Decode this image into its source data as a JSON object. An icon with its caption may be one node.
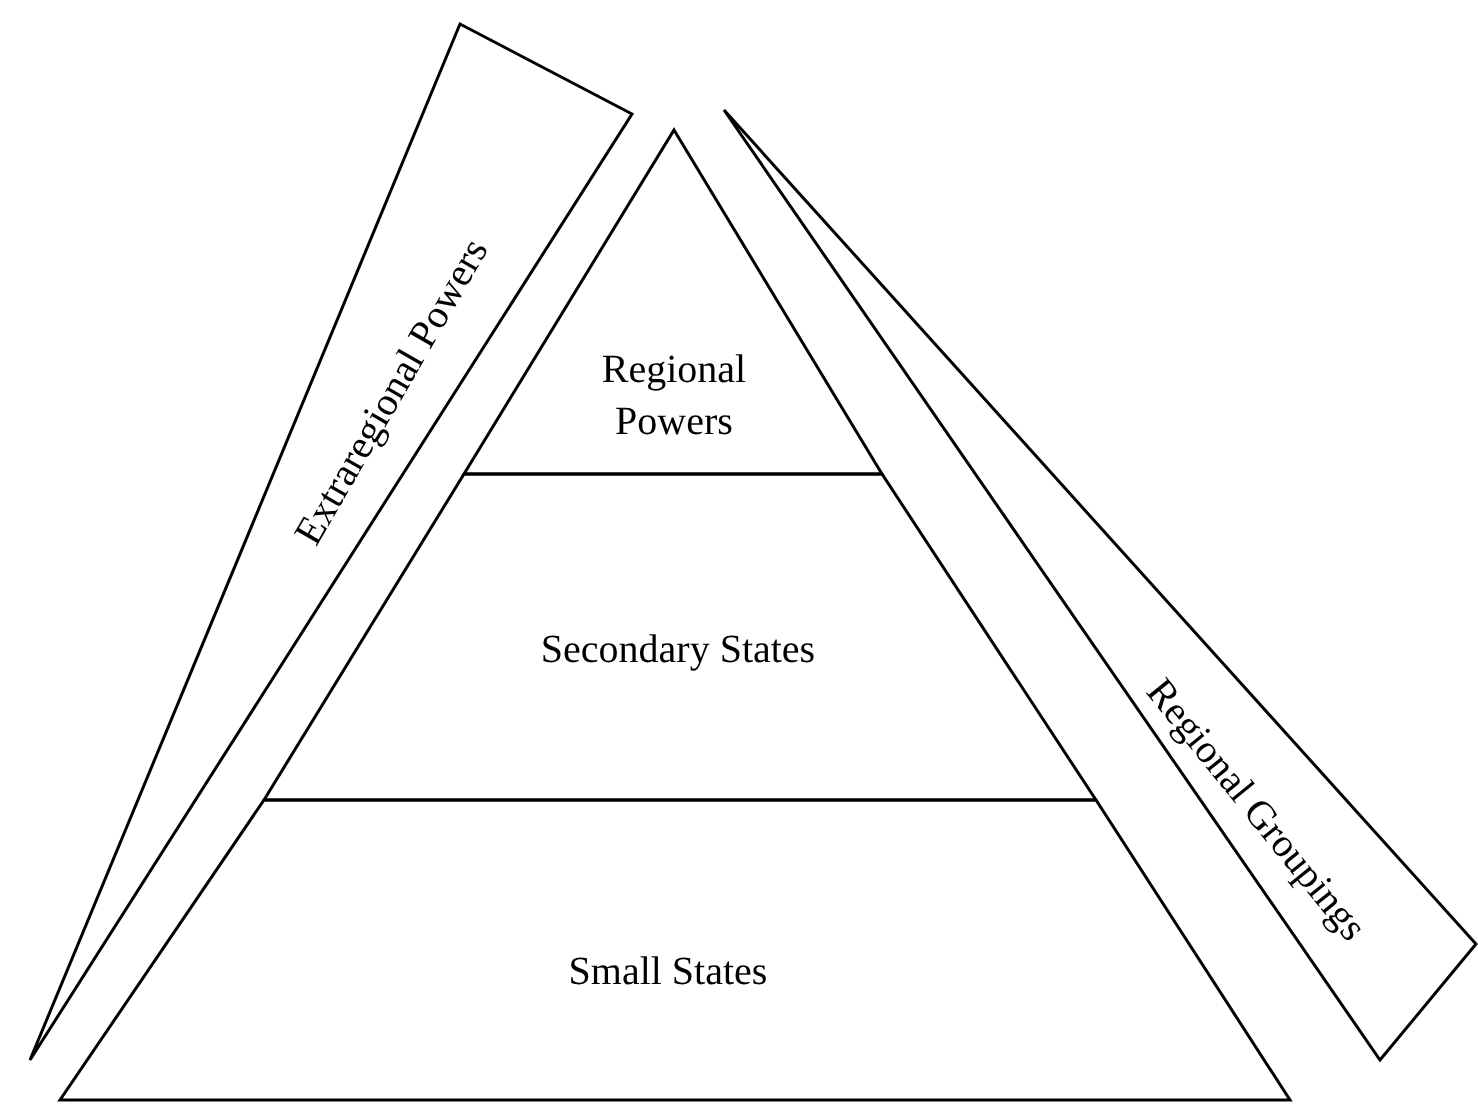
{
  "diagram": {
    "nodes": [
      {
        "text": [
          "Regional Powers"
        ]
      },
      {
        "text": [
          "Secondary States"
        ]
      },
      {
        "text": [
          "Small States"
        ]
      },
      {
        "text": [
          "Extraregional Powers"
        ]
      },
      {
        "text": [
          "Regional Groupings"
        ]
      }
    ]
  }
}
